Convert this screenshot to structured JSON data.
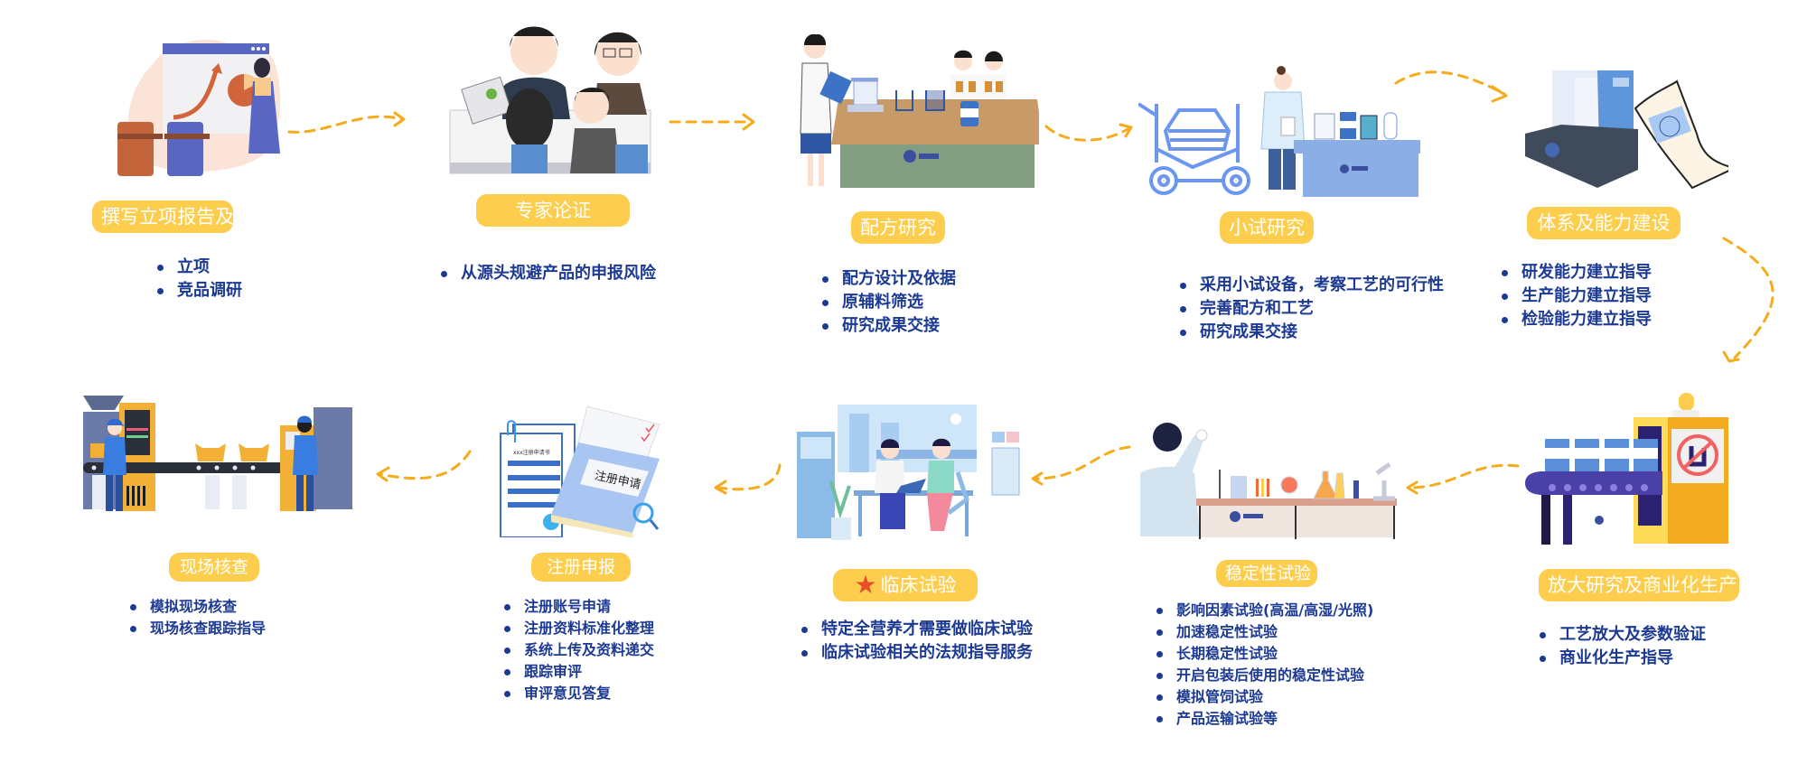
{
  "steps": [
    {
      "id": "project-report",
      "label": "撰写立项报告及竞品调研",
      "bullets": [
        "立项",
        "竞品调研"
      ],
      "illustration": "presentation-meeting"
    },
    {
      "id": "expert-review",
      "label": "专家论证",
      "bullets": [
        "从源头规避产品的申报风险"
      ],
      "illustration": "expert-discussion"
    },
    {
      "id": "formula-research",
      "label": "配方研究",
      "bullets": [
        "配方设计及依据",
        "原辅料筛选",
        "研究成果交接"
      ],
      "illustration": "lab-bench-formula"
    },
    {
      "id": "pilot-study",
      "label": "小试研究",
      "bullets": [
        "采用小试设备，考察工艺的可行性",
        "完善配方和工艺",
        "研究成果交接"
      ],
      "illustration": "mixer-and-scientist"
    },
    {
      "id": "system-building",
      "label": "体系及能力建设",
      "bullets": [
        "研发能力建立指导",
        "生产能力建立指导",
        "检验能力建立指导"
      ],
      "illustration": "document-box-certificate"
    },
    {
      "id": "scale-up",
      "label": "放大研究及商业化生产",
      "bullets": [
        "工艺放大及参数验证",
        "商业化生产指导"
      ],
      "illustration": "can-production-line"
    },
    {
      "id": "stability-test",
      "label": "稳定性试验",
      "bullets": [
        "影响因素试验(高温/高湿/光照)",
        "加速稳定性试验",
        "长期稳定性试验",
        "开启包装后使用的稳定性试验",
        "模拟管饲试验",
        "产品运输试验等"
      ],
      "illustration": "lab-glassware"
    },
    {
      "id": "clinical-trial",
      "label": "临床试验",
      "label_icon": "star-icon",
      "bullets": [
        "特定全营养才需要做临床试验",
        "临床试验相关的法规指导服务"
      ],
      "illustration": "doctor-patient"
    },
    {
      "id": "registration",
      "label": "注册申报",
      "bullets": [
        "注册账号申请",
        "注册资料标准化整理",
        "系统上传及资料递交",
        "跟踪审评",
        "审评意见答复"
      ],
      "illustration": "registration-documents",
      "doc_title": "注册申请",
      "doc_caption": "xxx注册申请书"
    },
    {
      "id": "site-inspection",
      "label": "现场核查",
      "bullets": [
        "模拟现场核查",
        "现场核查跟踪指导"
      ],
      "illustration": "factory-inspection"
    }
  ],
  "colors": {
    "label_bg": "#fdcd4d",
    "label_text": "#ffffff",
    "bullet_text": "#1c3a93",
    "arrow": "#f5ac1c",
    "star": "#e84e2a"
  }
}
